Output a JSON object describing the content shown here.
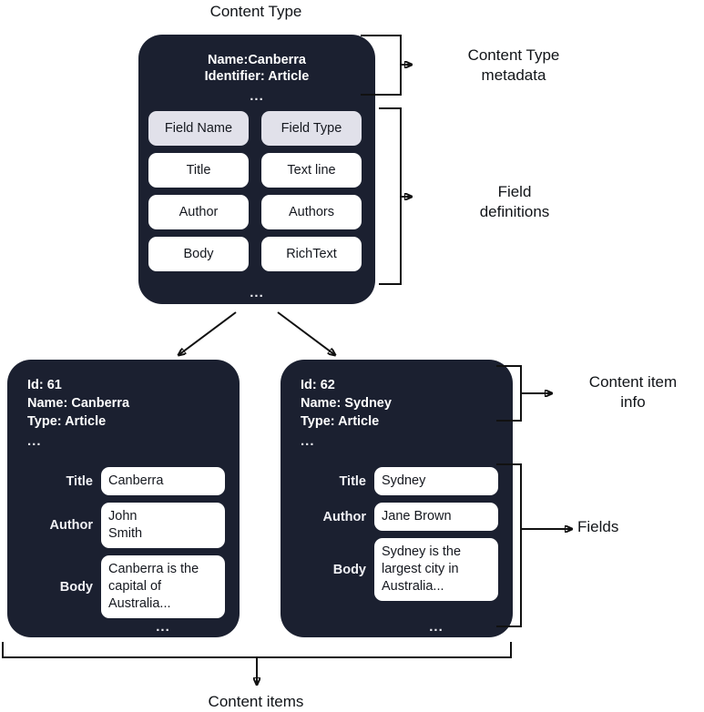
{
  "diagram": {
    "title_top": "Content Type",
    "title_bottom": "Content items"
  },
  "content_type": {
    "meta": {
      "name_line": "Name:Canberra",
      "identifier_line": "Identifier: Article",
      "ellipsis": "..."
    },
    "field_table": {
      "headers": [
        "Field Name",
        "Field Type"
      ],
      "rows": [
        {
          "field_name": "Title",
          "field_type": "Text line"
        },
        {
          "field_name": "Author",
          "field_type": "Authors"
        },
        {
          "field_name": "Body",
          "field_type": "RichText"
        }
      ],
      "ellipsis": "..."
    }
  },
  "content_items": [
    {
      "info": {
        "id_line": "Id: 61",
        "name_line": "Name: Canberra",
        "type_line": "Type: Article",
        "ellipsis": "..."
      },
      "fields": [
        {
          "label": "Title",
          "value": "Canberra"
        },
        {
          "label": "Author",
          "value": "John\nSmith"
        },
        {
          "label": "Body",
          "value": "Canberra is the\ncapital of\nAustralia..."
        }
      ],
      "ellipsis": "..."
    },
    {
      "info": {
        "id_line": "Id: 62",
        "name_line": "Name: Sydney",
        "type_line": "Type: Article",
        "ellipsis": "..."
      },
      "fields": [
        {
          "label": "Title",
          "value": "Sydney"
        },
        {
          "label": "Author",
          "value": "Jane Brown"
        },
        {
          "label": "Body",
          "value": "Sydney is the\nlargest city in\nAustralia..."
        }
      ],
      "ellipsis": "..."
    }
  ],
  "annotations": {
    "content_type_metadata": "Content Type\nmetadata",
    "field_definitions": "Field\ndefinitions",
    "content_item_info": "Content item\ninfo",
    "fields": "Fields"
  },
  "colors": {
    "card_background": "#1b2030",
    "chip_background": "#ffffff",
    "chip_header_background": "#e1e1ea",
    "page_background": "#ffffff",
    "stroke": "#111111",
    "text_on_dark": "#ffffff",
    "text_on_light": "#15181f"
  }
}
